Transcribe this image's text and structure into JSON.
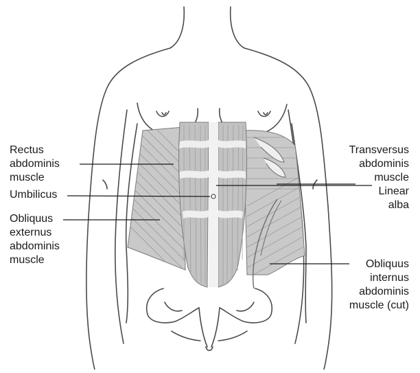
{
  "labels": {
    "rectus": [
      "Rectus",
      "abdominis",
      "muscle"
    ],
    "umbilicus": [
      "Umbilicus"
    ],
    "obliquus_externus": [
      "Obliquus",
      "externus",
      "abdominis",
      "muscle"
    ],
    "transversus": [
      "Transversus",
      "abdominis",
      "muscle"
    ],
    "linea_alba": [
      "Linear",
      "alba"
    ],
    "obliquus_internus": [
      "Obliquus",
      "internus",
      "abdominis",
      "muscle (cut)"
    ]
  },
  "colors": {
    "outline": "#4a4a4a",
    "muscle_fill": "#c9c9c9",
    "muscle_dark": "#b2b2b2",
    "fiber": "#9a9a9a",
    "tendon": "#efefef",
    "leader": "#1a1a1a"
  }
}
